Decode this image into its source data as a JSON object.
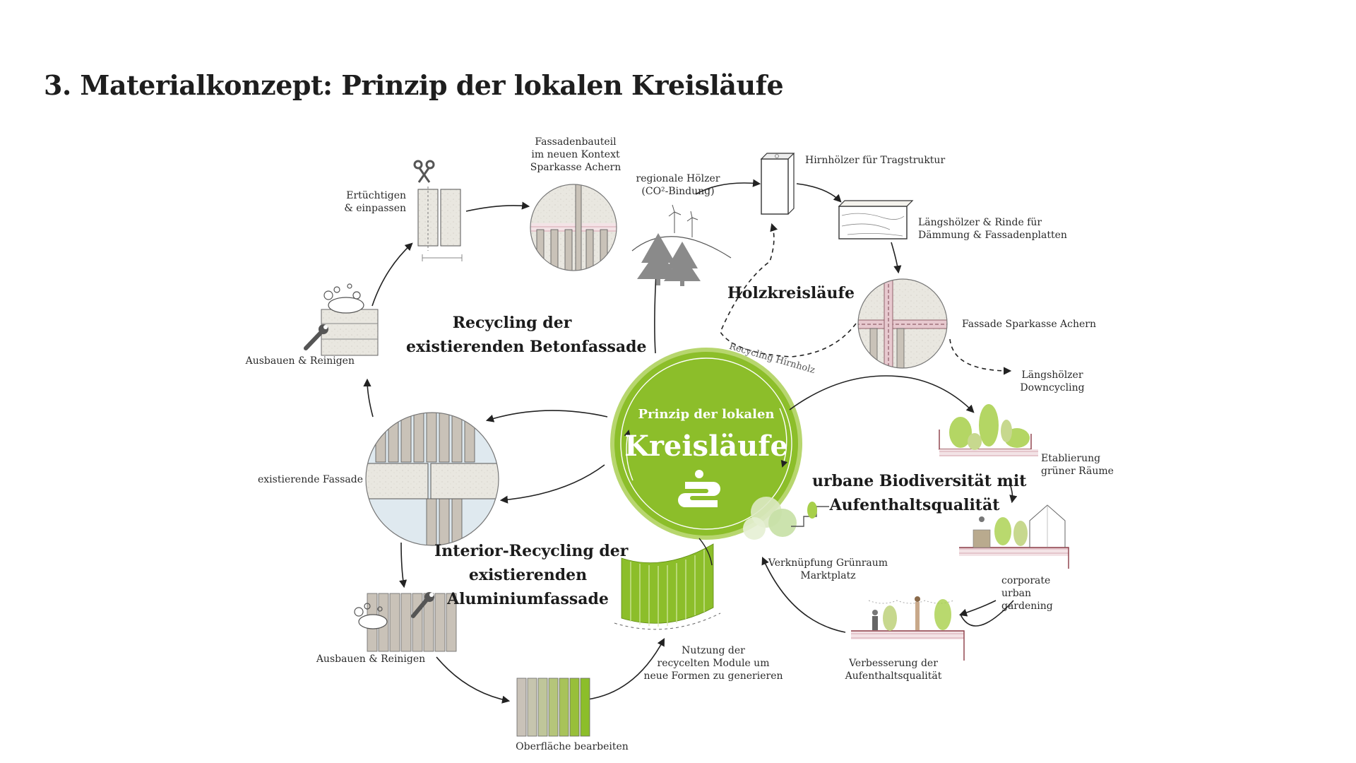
{
  "title": "3. Materialkonzept: Prinzip der lokalen Kreisläufe",
  "center": {
    "line1": "Prinzip der lokalen",
    "line2": "Kreisläufe",
    "logo": "sparkasse-logo-icon"
  },
  "sections": {
    "beton": "Recycling der\nexistierenden Betonfassade",
    "holz": "Holzkreisläufe",
    "bio": "urbane Biodiversität mit\nAufenthaltsqualität",
    "alu": "Interior-Recycling der\nexistierenden\nAluminiumfassade"
  },
  "labels": {
    "fassadenbauteil": "Fassadenbauteil\nim neuen Kontext\nSparkasse Achern",
    "ertuechtigen": "Ertüchtigen\n& einpassen",
    "ausbauen1": "Ausbauen & Reinigen",
    "existierende": "existierende Fassade",
    "ausbauen2": "Ausbauen & Reinigen",
    "oberflaeche": "Oberfläche bearbeiten",
    "nutzung": "Nutzung der\nrecycelten Module um\nneue Formen zu generieren",
    "regionale": "regionale Hölzer\n(CO²-Bindung)",
    "hirnhoelzer": "Hirnhölzer für Tragstruktur",
    "laengshoelzer": "Längshölzer & Rinde für\nDämmung & Fassadenplatten",
    "fassade_sparkasse": "Fassade Sparkasse Achern",
    "recycling_hirnholz": "Recycling Hirnholz",
    "downcycling": "Längshölzer\nDowncycling",
    "etablierung": "Etablierung\ngrüner Räume",
    "verknuepfung": "Verknüpfung Grünraum\nMarktplatz",
    "corporate": "corporate\nurban\ngardening",
    "verbesserung": "Verbesserung der\nAufenthaltsqualität"
  },
  "colors": {
    "green": "#8cbe2a",
    "green_light": "#a7cf4a",
    "concrete": "#e8e6df",
    "wood": "#c9c2b8",
    "pink": "#c99aa3",
    "tree": "#8a8a8a",
    "arrow": "#222222"
  }
}
